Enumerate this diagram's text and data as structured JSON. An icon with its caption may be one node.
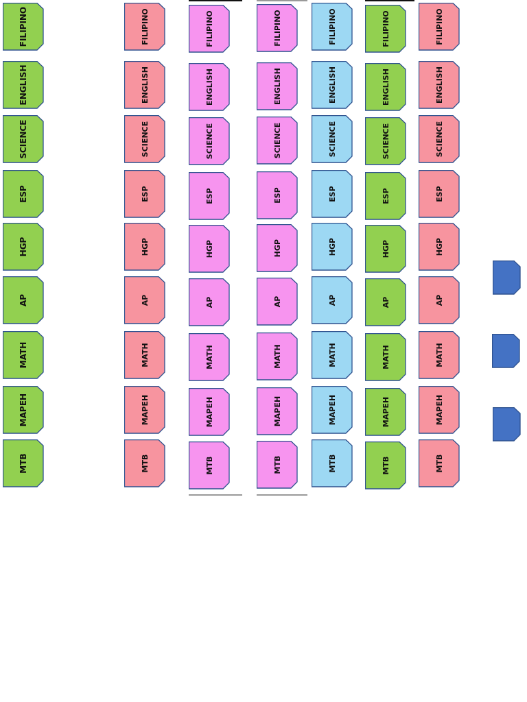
{
  "diagram": {
    "nodes": [
      {
        "text": [
          "FILIPINO"
        ]
      },
      {
        "text": [
          "FILIPINO"
        ]
      },
      {
        "text": [
          "FILIPINO"
        ]
      },
      {
        "text": [
          "FILIPINO"
        ]
      },
      {
        "text": [
          "FILIPINO"
        ]
      },
      {
        "text": [
          "FILIPINO"
        ]
      },
      {
        "text": [
          "FILIPINO"
        ]
      },
      {
        "text": [
          "ENGLISH"
        ]
      },
      {
        "text": [
          "ENGLISH"
        ]
      },
      {
        "text": [
          "ENGLISH"
        ]
      },
      {
        "text": [
          "ENGLISH"
        ]
      },
      {
        "text": [
          "ENGLISH"
        ]
      },
      {
        "text": [
          "ENGLISH"
        ]
      },
      {
        "text": [
          "ENGLISH"
        ]
      },
      {
        "text": [
          "SCIENCE"
        ]
      },
      {
        "text": [
          "SCIENCE"
        ]
      },
      {
        "text": [
          "SCIENCE"
        ]
      },
      {
        "text": [
          "SCIENCE"
        ]
      },
      {
        "text": [
          "SCIENCE"
        ]
      },
      {
        "text": [
          "SCIENCE"
        ]
      },
      {
        "text": [
          "SCIENCE"
        ]
      },
      {
        "text": [
          "ESP"
        ]
      },
      {
        "text": [
          "ESP"
        ]
      },
      {
        "text": [
          "ESP"
        ]
      },
      {
        "text": [
          "ESP"
        ]
      },
      {
        "text": [
          "ESP"
        ]
      },
      {
        "text": [
          "ESP"
        ]
      },
      {
        "text": [
          "ESP"
        ]
      },
      {
        "text": [
          "HGP"
        ]
      },
      {
        "text": [
          "HGP"
        ]
      },
      {
        "text": [
          "HGP"
        ]
      },
      {
        "text": [
          "HGP"
        ]
      },
      {
        "text": [
          "HGP"
        ]
      },
      {
        "text": [
          "HGP"
        ]
      },
      {
        "text": [
          "HGP"
        ]
      },
      {
        "text": [
          "AP"
        ]
      },
      {
        "text": [
          "AP"
        ]
      },
      {
        "text": [
          "AP"
        ]
      },
      {
        "text": [
          "AP"
        ]
      },
      {
        "text": [
          "AP"
        ]
      },
      {
        "text": [
          "AP"
        ]
      },
      {
        "text": [
          "AP"
        ]
      },
      {
        "text": [
          "MATH"
        ]
      },
      {
        "text": [
          "MATH"
        ]
      },
      {
        "text": [
          "MATH"
        ]
      },
      {
        "text": [
          "MATH"
        ]
      },
      {
        "text": [
          "MATH"
        ]
      },
      {
        "text": [
          "MATH"
        ]
      },
      {
        "text": [
          "MATH"
        ]
      },
      {
        "text": [
          "MAPEH"
        ]
      },
      {
        "text": [
          "MAPEH"
        ]
      },
      {
        "text": [
          "MAPEH"
        ]
      },
      {
        "text": [
          "MAPEH"
        ]
      },
      {
        "text": [
          "MAPEH"
        ]
      },
      {
        "text": [
          "MAPEH"
        ]
      },
      {
        "text": [
          "MAPEH"
        ]
      },
      {
        "text": [
          "MTB"
        ]
      },
      {
        "text": [
          "MTB"
        ]
      },
      {
        "text": [
          "MTB"
        ]
      },
      {
        "text": [
          "MTB"
        ]
      },
      {
        "text": [
          "MTB"
        ]
      },
      {
        "text": [
          "MTB"
        ]
      },
      {
        "text": [
          "MTB"
        ]
      },
      {
        "text": [],
        "shape": "box"
      },
      {
        "text": [],
        "shape": "box"
      },
      {
        "text": [],
        "shape": "box"
      }
    ]
  }
}
